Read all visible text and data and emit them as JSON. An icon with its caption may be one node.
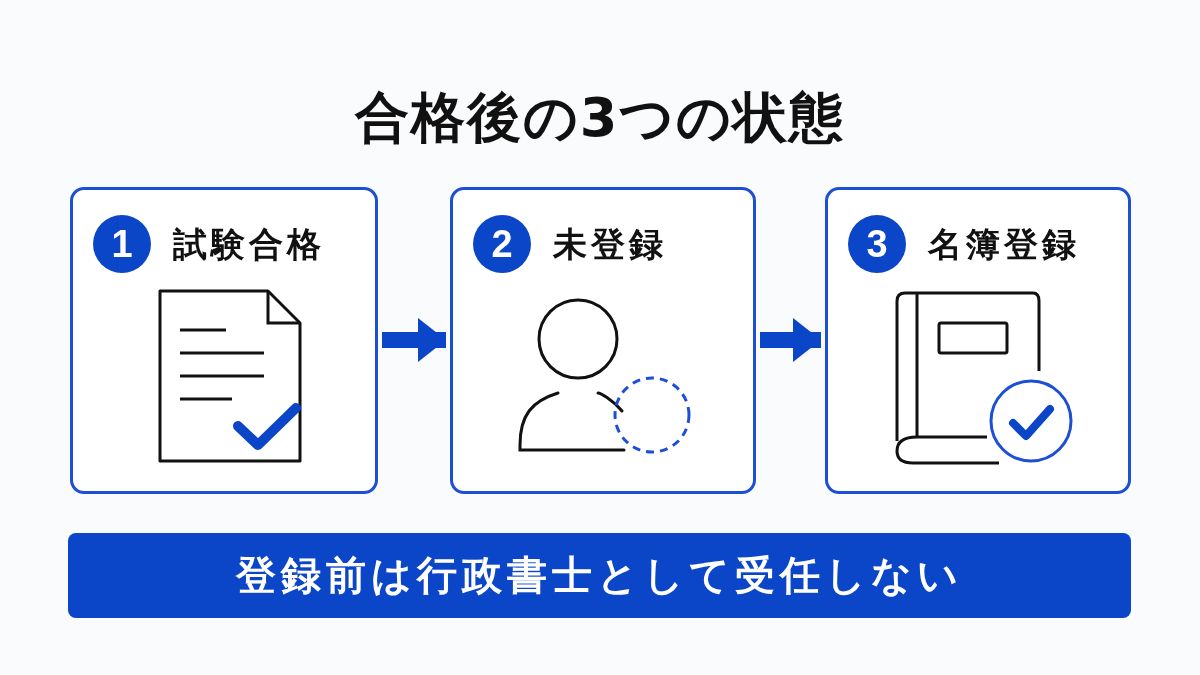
{
  "diagram": {
    "title": "合格後の3つの状態",
    "nodes": [
      {
        "text": [
          "1",
          "試験合格"
        ]
      },
      {
        "text": [
          "2",
          "未登録"
        ]
      },
      {
        "text": [
          "3",
          "名簿登録"
        ]
      },
      {
        "text": [
          "登録前は行政書士として受任しない"
        ]
      }
    ],
    "edges": [
      {
        "from": 0,
        "to": 1,
        "arrow": "to"
      },
      {
        "from": 1,
        "to": 2,
        "arrow": "to"
      }
    ]
  }
}
